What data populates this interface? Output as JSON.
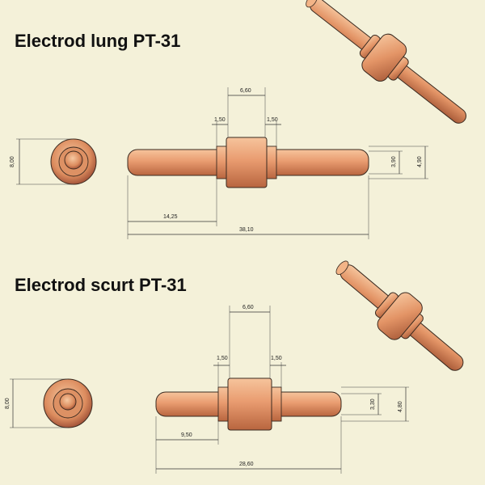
{
  "colors": {
    "background": "#f4f1d9",
    "copper_light": "#f3b487",
    "copper_mid": "#e0946a",
    "copper_dark": "#a8583a",
    "outline": "#3a2a20"
  },
  "parts": [
    {
      "title": "Electrod lung PT-31",
      "dims": {
        "collar_width": "6,60",
        "shoulder_left": "1,50",
        "shoulder_right": "1,50",
        "outer_diameter": "8,00",
        "pin_diameter": "3,90",
        "shoulder_diameter": "4,90",
        "left_length": "14,25",
        "total_length": "38,10"
      }
    },
    {
      "title": "Electrod scurt PT-31",
      "dims": {
        "collar_width": "6,60",
        "shoulder_left": "1,50",
        "shoulder_right": "1,50",
        "outer_diameter": "8,00",
        "pin_diameter": "3,30",
        "shoulder_diameter": "4,80",
        "left_length": "9,50",
        "total_length": "28,60"
      }
    }
  ]
}
